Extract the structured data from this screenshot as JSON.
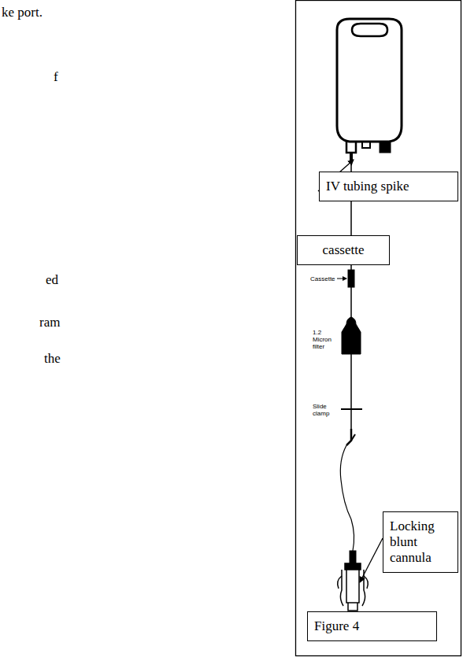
{
  "diagram": {
    "nodes": [
      {
        "text": [
          "IV tubing spike"
        ]
      },
      {
        "text": [
          "cassette"
        ]
      },
      {
        "text": [
          "Locking blunt cannula"
        ]
      },
      {
        "text": [
          "Figure 4"
        ]
      }
    ],
    "edges": [],
    "labels": [
      "ke port.",
      "f",
      "ed",
      "ram",
      "the",
      "Cassette",
      "1.2 Micron filter",
      "Slide clamp"
    ]
  }
}
